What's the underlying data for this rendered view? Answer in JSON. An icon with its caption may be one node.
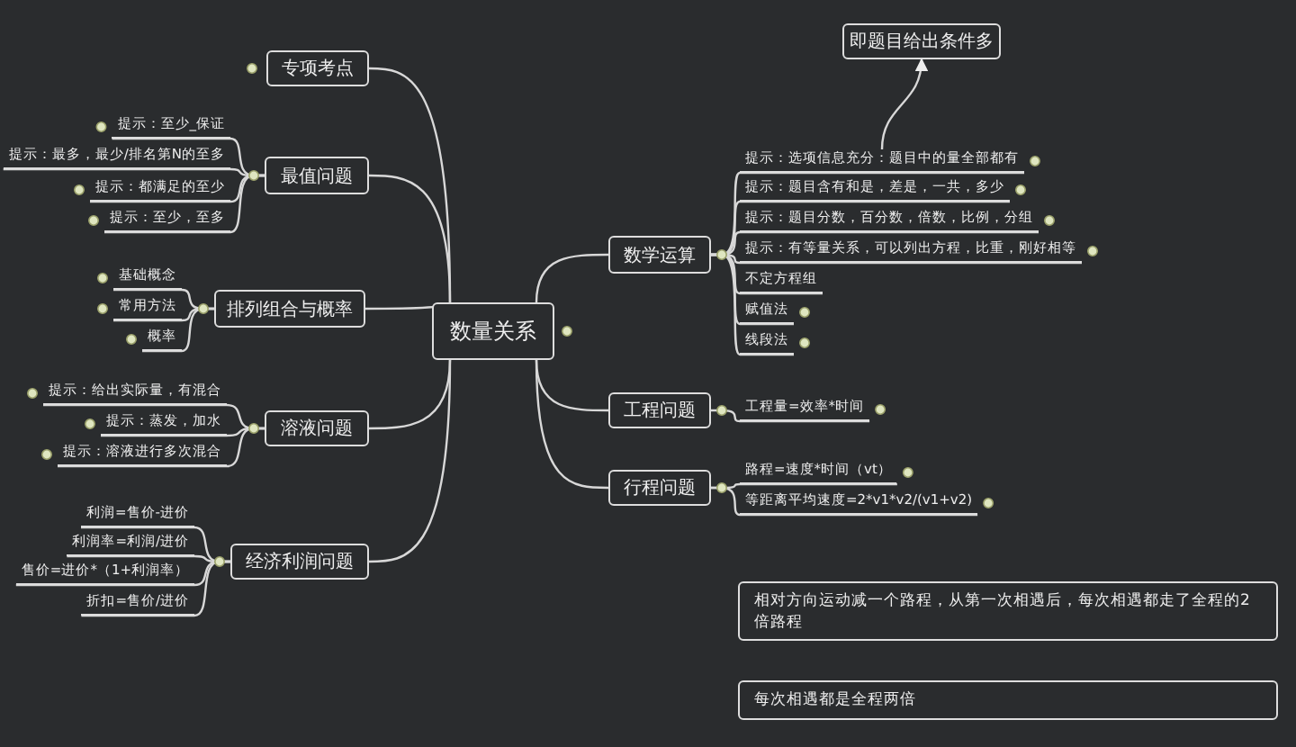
{
  "diagram": {
    "nodes": [
      {
        "text": [
          "数量关系"
        ]
      },
      {
        "text": [
          "专项考点"
        ]
      },
      {
        "text": [
          "最值问题"
        ]
      },
      {
        "text": [
          "提示：至少_保证"
        ]
      },
      {
        "text": [
          "提示：最多，最少/排名第N的至多"
        ]
      },
      {
        "text": [
          "提示：都满足的至少"
        ]
      },
      {
        "text": [
          "提示：至少，至多"
        ]
      },
      {
        "text": [
          "排列组合与概率"
        ]
      },
      {
        "text": [
          "基础概念"
        ]
      },
      {
        "text": [
          "常用方法"
        ]
      },
      {
        "text": [
          "概率"
        ]
      },
      {
        "text": [
          "溶液问题"
        ]
      },
      {
        "text": [
          "提示：给出实际量，有混合"
        ]
      },
      {
        "text": [
          "提示：蒸发，加水"
        ]
      },
      {
        "text": [
          "提示：溶液进行多次混合"
        ]
      },
      {
        "text": [
          "经济利润问题"
        ]
      },
      {
        "text": [
          "利润=售价-进价"
        ]
      },
      {
        "text": [
          "利润率=利润/进价"
        ]
      },
      {
        "text": [
          "售价=进价*（1+利润率）"
        ]
      },
      {
        "text": [
          "折扣=售价/进价"
        ]
      },
      {
        "text": [
          "数学运算"
        ]
      },
      {
        "text": [
          "提示：选项信息充分：题目中的量全部都有"
        ]
      },
      {
        "text": [
          "提示：题目含有和是，差是，一共，多少"
        ]
      },
      {
        "text": [
          "提示：题目分数，百分数，倍数，比例，分组"
        ]
      },
      {
        "text": [
          "提示：有等量关系，可以列出方程，比重，刚好相等"
        ]
      },
      {
        "text": [
          "不定方程组"
        ]
      },
      {
        "text": [
          "赋值法"
        ]
      },
      {
        "text": [
          "线段法"
        ]
      },
      {
        "text": [
          "即题目给出条件多"
        ]
      },
      {
        "text": [
          "工程问题"
        ]
      },
      {
        "text": [
          "工程量=效率*时间"
        ]
      },
      {
        "text": [
          "行程问题"
        ]
      },
      {
        "text": [
          "路程=速度*时间（vt）"
        ]
      },
      {
        "text": [
          "等距离平均速度=2*v1*v2/(v1+v2)"
        ]
      },
      {
        "text": [
          "相对方向运动减一个路程，从第一次相遇后，每次相遇都走了全程的2倍路程"
        ]
      },
      {
        "text": [
          "每次相遇都是全程两倍"
        ]
      }
    ],
    "edges": [
      {
        "from": 0,
        "to": 1,
        "arrow": "none"
      },
      {
        "from": 0,
        "to": 2,
        "arrow": "none"
      },
      {
        "from": 0,
        "to": 7,
        "arrow": "none"
      },
      {
        "from": 0,
        "to": 11,
        "arrow": "none"
      },
      {
        "from": 0,
        "to": 15,
        "arrow": "none"
      },
      {
        "from": 0,
        "to": 20,
        "arrow": "none"
      },
      {
        "from": 0,
        "to": 29,
        "arrow": "none"
      },
      {
        "from": 0,
        "to": 31,
        "arrow": "none"
      },
      {
        "from": 2,
        "to": 3,
        "arrow": "none"
      },
      {
        "from": 2,
        "to": 4,
        "arrow": "none"
      },
      {
        "from": 2,
        "to": 5,
        "arrow": "none"
      },
      {
        "from": 2,
        "to": 6,
        "arrow": "none"
      },
      {
        "from": 7,
        "to": 8,
        "arrow": "none"
      },
      {
        "from": 7,
        "to": 9,
        "arrow": "none"
      },
      {
        "from": 7,
        "to": 10,
        "arrow": "none"
      },
      {
        "from": 11,
        "to": 12,
        "arrow": "none"
      },
      {
        "from": 11,
        "to": 13,
        "arrow": "none"
      },
      {
        "from": 11,
        "to": 14,
        "arrow": "none"
      },
      {
        "from": 15,
        "to": 16,
        "arrow": "none"
      },
      {
        "from": 15,
        "to": 17,
        "arrow": "none"
      },
      {
        "from": 15,
        "to": 18,
        "arrow": "none"
      },
      {
        "from": 15,
        "to": 19,
        "arrow": "none"
      },
      {
        "from": 20,
        "to": 21,
        "arrow": "none"
      },
      {
        "from": 20,
        "to": 22,
        "arrow": "none"
      },
      {
        "from": 20,
        "to": 23,
        "arrow": "none"
      },
      {
        "from": 20,
        "to": 24,
        "arrow": "none"
      },
      {
        "from": 20,
        "to": 25,
        "arrow": "none"
      },
      {
        "from": 20,
        "to": 26,
        "arrow": "none"
      },
      {
        "from": 20,
        "to": 27,
        "arrow": "none"
      },
      {
        "from": 21,
        "to": 28,
        "arrow": "to"
      },
      {
        "from": 29,
        "to": 30,
        "arrow": "none"
      },
      {
        "from": 31,
        "to": 32,
        "arrow": "none"
      },
      {
        "from": 31,
        "to": 33,
        "arrow": "none"
      }
    ]
  }
}
